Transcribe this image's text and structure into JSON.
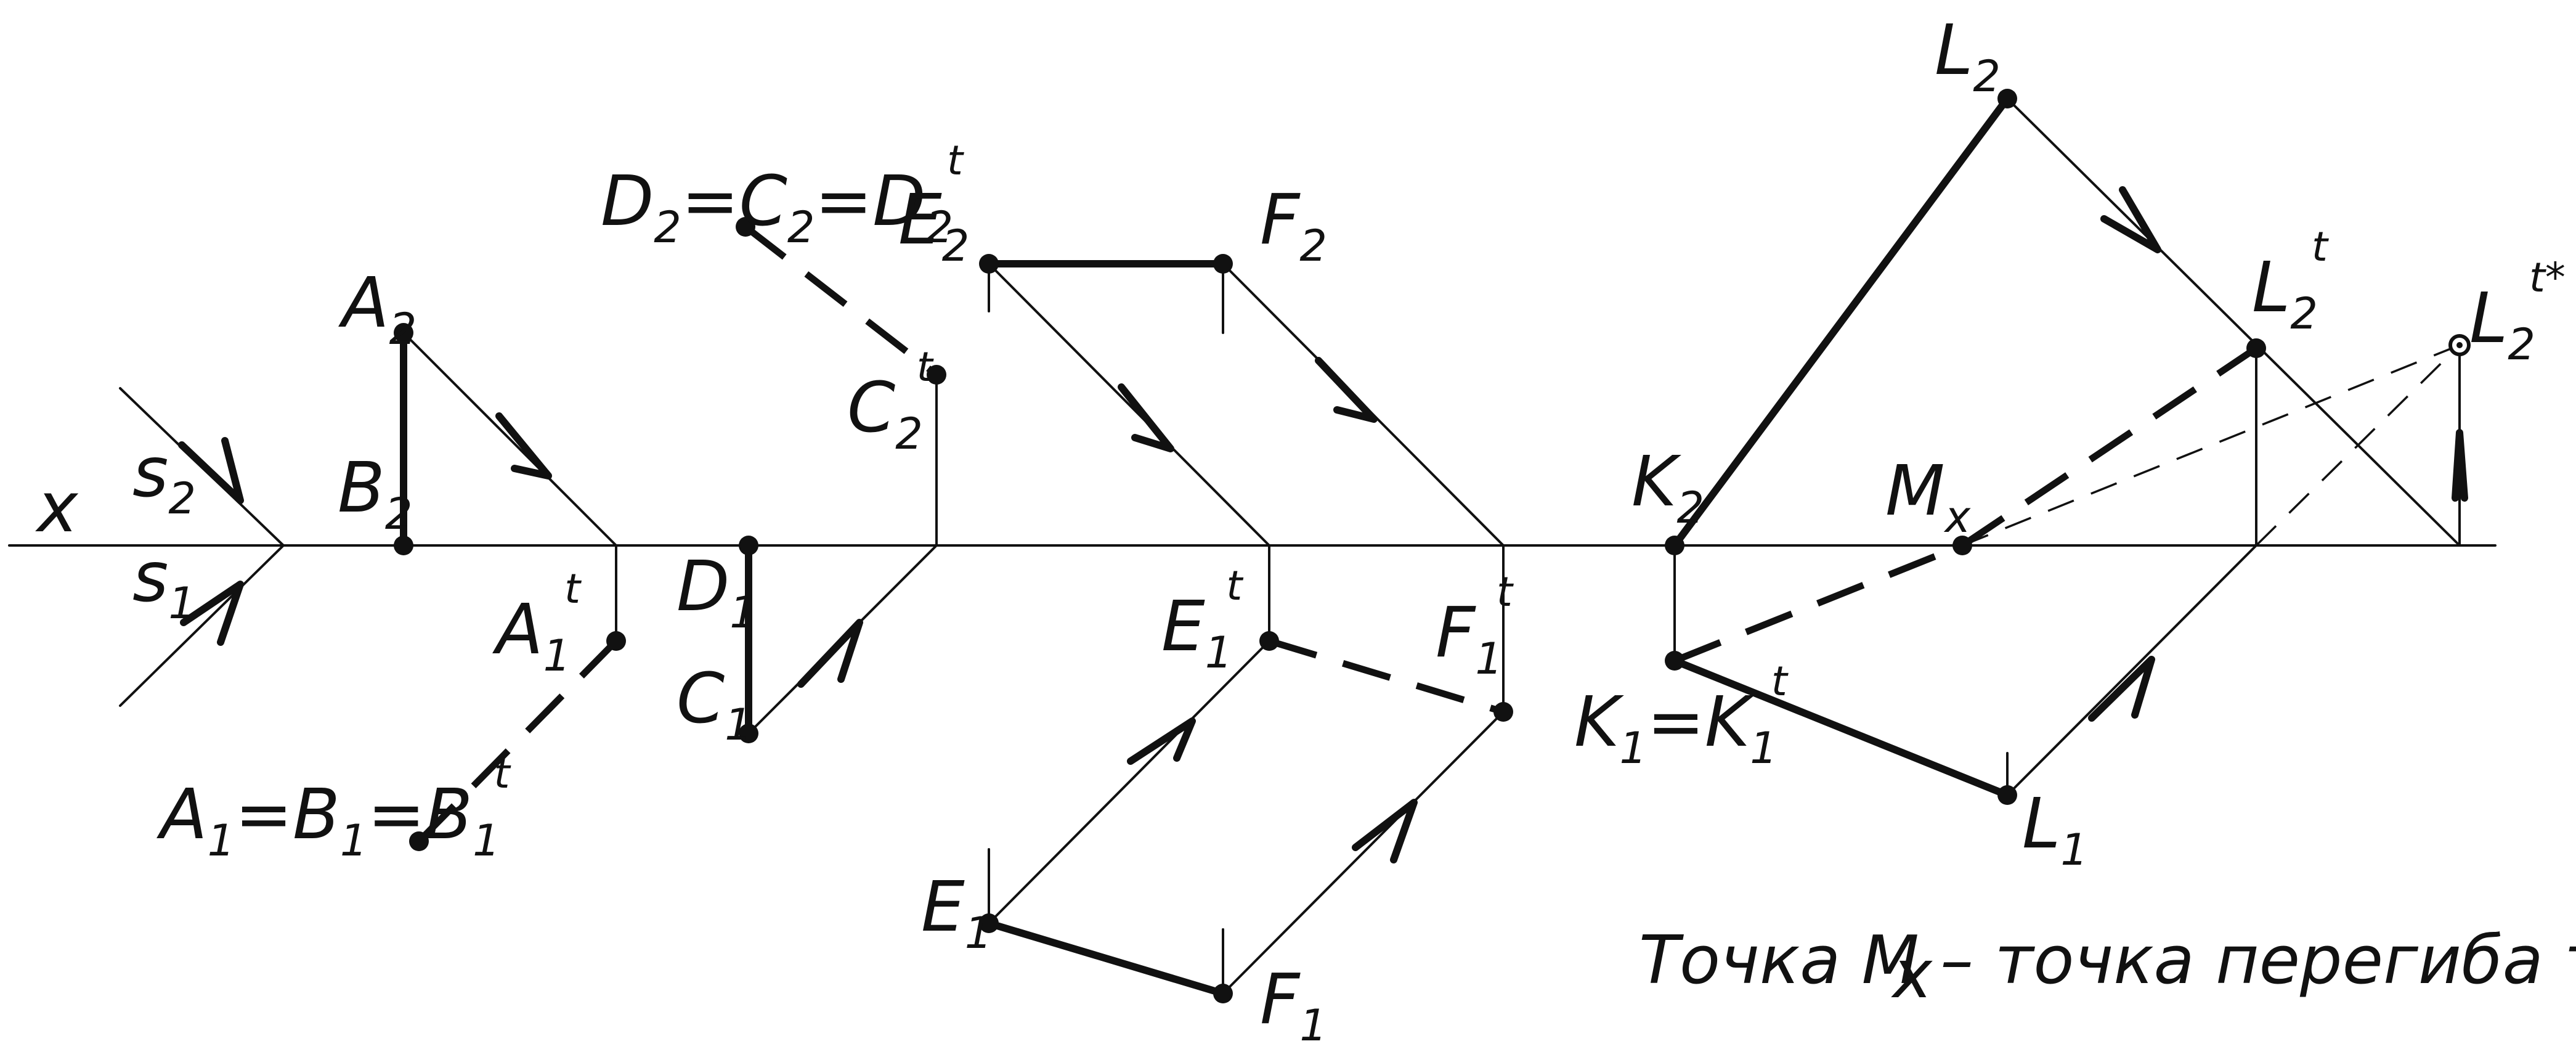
{
  "labels": {
    "x_axis": "x",
    "s2": {
      "base": "s",
      "sub": "2"
    },
    "s1": {
      "base": "s",
      "sub": "1"
    },
    "A2": {
      "base": "A",
      "sub": "2"
    },
    "B2": {
      "base": "B",
      "sub": "2"
    },
    "A1t": {
      "base": "A",
      "sub": "1",
      "sup": "t"
    },
    "A1B1B1t": {
      "text": "A",
      "sub1": "1",
      "eq1": "=B",
      "sub2": "1",
      "eq2": "=B",
      "sub3": "1",
      "sup": "t"
    },
    "D2C2D2t": {
      "text": "D",
      "sub1": "2",
      "eq1": "=C",
      "sub2": "2",
      "eq2": "=D",
      "sub3": "2",
      "sup": "t"
    },
    "C2t": {
      "base": "C",
      "sub": "2",
      "sup": "t"
    },
    "D1": {
      "base": "D",
      "sub": "1"
    },
    "C1": {
      "base": "C",
      "sub": "1"
    },
    "E2": {
      "base": "E",
      "sub": "2"
    },
    "F2": {
      "base": "F",
      "sub": "2"
    },
    "E1t": {
      "base": "E",
      "sub": "1",
      "sup": "t"
    },
    "F1t": {
      "base": "F",
      "sub": "1",
      "sup": "t"
    },
    "E1": {
      "base": "E",
      "sub": "1"
    },
    "F1": {
      "base": "F",
      "sub": "1"
    },
    "K2": {
      "base": "K",
      "sub": "2"
    },
    "K1K1t": {
      "base": "K",
      "sub1": "1",
      "eq": "=K",
      "sub2": "1",
      "sup": "t"
    },
    "L2": {
      "base": "L",
      "sub": "2"
    },
    "L2t": {
      "base": "L",
      "sub": "2",
      "sup": "t"
    },
    "L2tstar": {
      "base": "L",
      "sub": "2",
      "sup": "t*"
    },
    "Mx": {
      "base": "M",
      "sub": "x"
    },
    "L1": {
      "base": "L",
      "sub": "1"
    }
  },
  "note": "Точка М  –  точка перегиба тени",
  "note_sub": "x"
}
